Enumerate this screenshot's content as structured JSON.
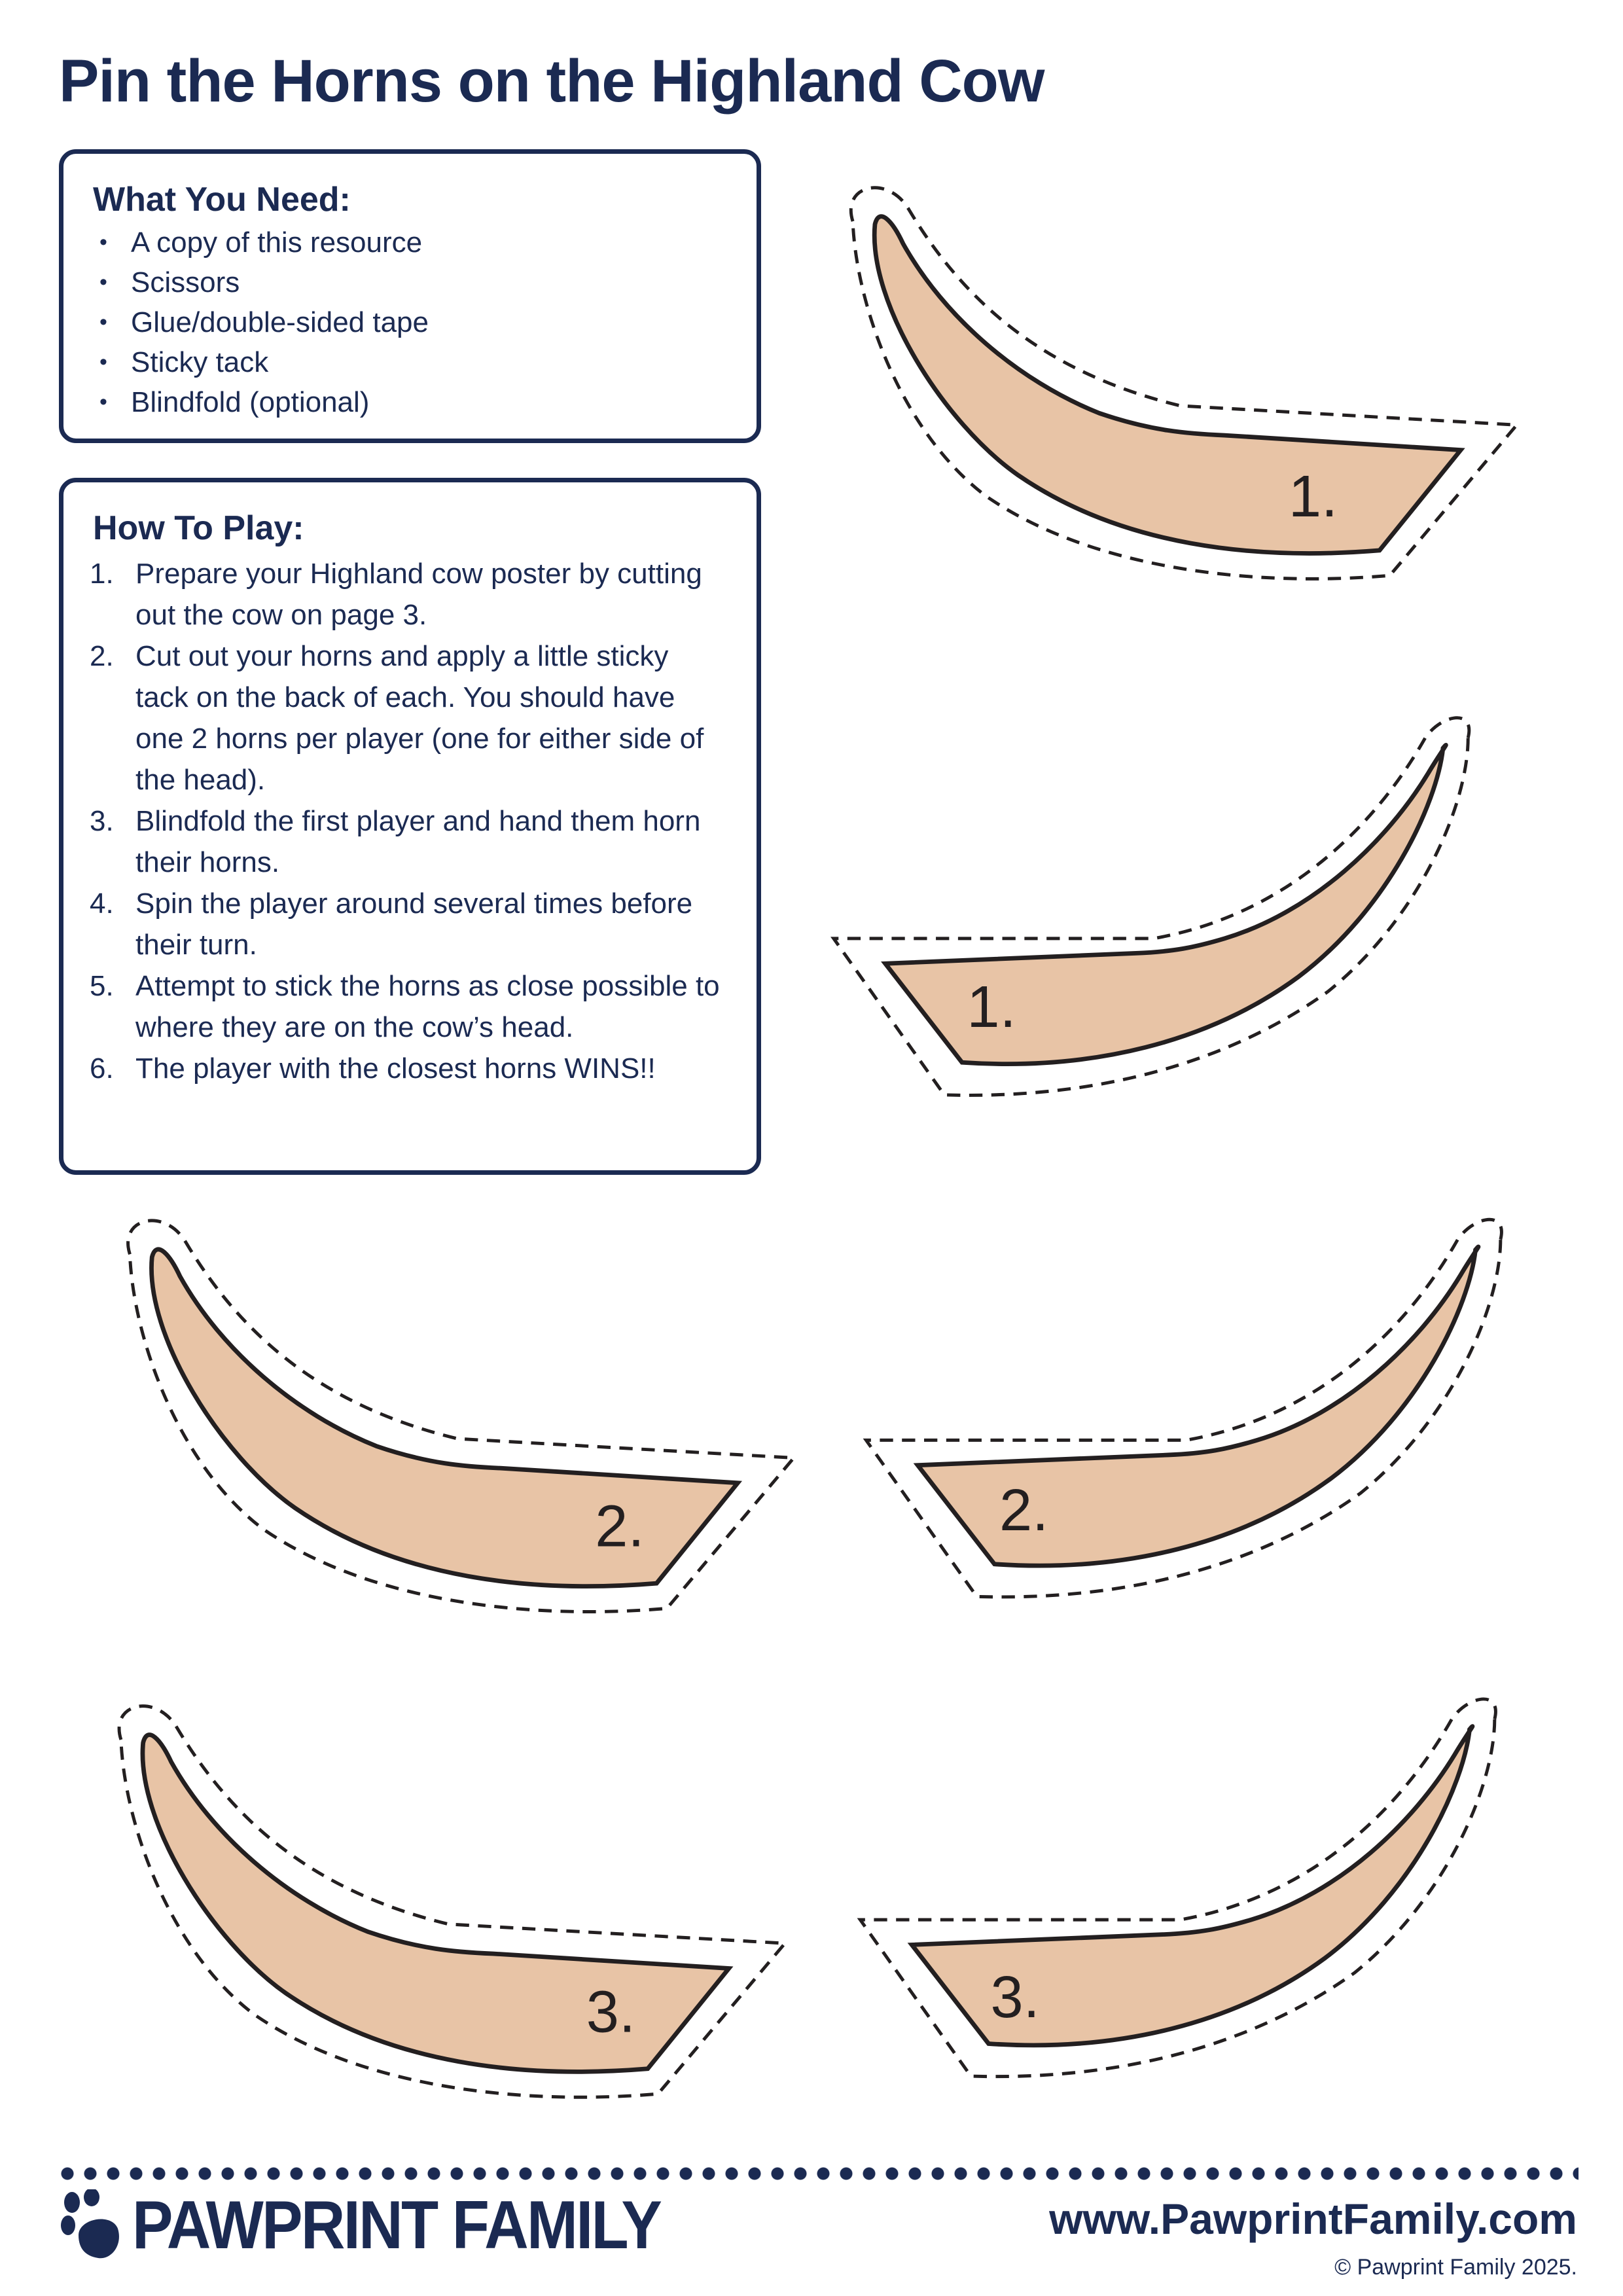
{
  "title": "Pin the Horns on the Highland Cow",
  "what_you_need": {
    "heading": "What You Need:",
    "items": [
      "A copy of this resource",
      "Scissors",
      "Glue/double-sided tape",
      "Sticky tack",
      "Blindfold (optional)"
    ]
  },
  "how_to_play": {
    "heading": "How To Play:",
    "steps": [
      {
        "num": "1.",
        "text": "Prepare your Highland cow poster by cutting out the cow on page 3."
      },
      {
        "num": "2.",
        "text": "Cut out your horns and apply a little sticky tack on the back of each. You should have one 2 horns per player (one for either side of the head)."
      },
      {
        "num": "3.",
        "text": "Blindfold the first player and hand them horn their horns."
      },
      {
        "num": "4.",
        "text": "Spin the player around several times before their turn."
      },
      {
        "num": "5.",
        "text": "Attempt to stick the horns as close possible to where they are on the cow’s head."
      },
      {
        "num": "6.",
        "text": "The player with the closest horns WINS!!"
      }
    ]
  },
  "horns": [
    {
      "label": "1.",
      "side": "left"
    },
    {
      "label": "1.",
      "side": "right"
    },
    {
      "label": "2.",
      "side": "left"
    },
    {
      "label": "2.",
      "side": "right"
    },
    {
      "label": "3.",
      "side": "left"
    },
    {
      "label": "3.",
      "side": "right"
    }
  ],
  "footer": {
    "brand": "PAWPRINT FAMILY",
    "url": "www.PawprintFamily.com",
    "copyright": "© Pawprint Family 2025."
  },
  "colors": {
    "navy": "#1b2a52",
    "horn": "#e8c4a6",
    "outline": "#231f20"
  }
}
